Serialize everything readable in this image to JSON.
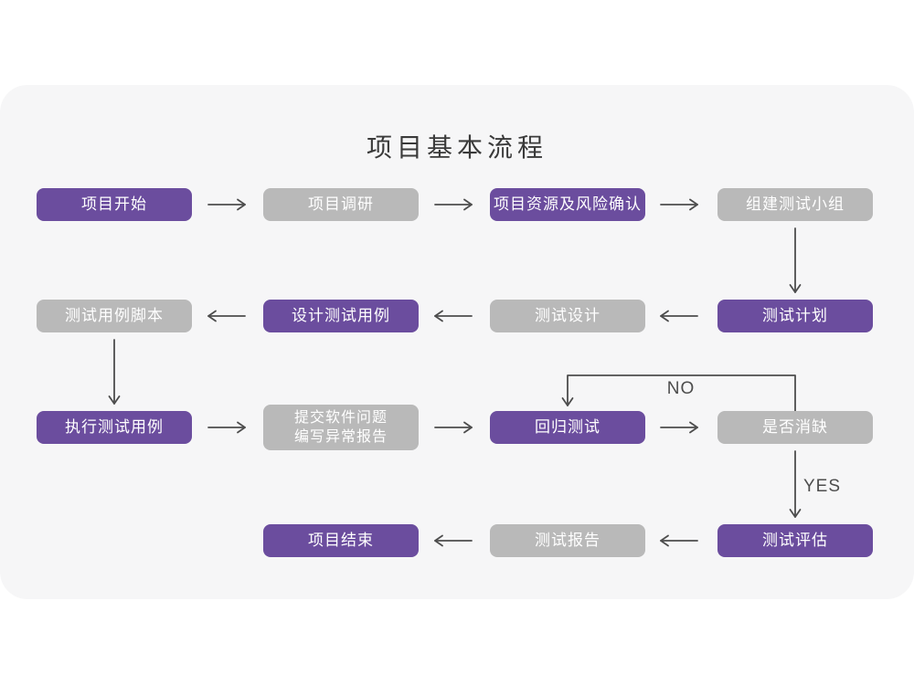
{
  "title": "项目基本流程",
  "colors": {
    "primary": "#6b4d9e",
    "inactive": "#b9b9b9",
    "arrow": "#4d4d4d",
    "card_bg": "#f6f6f7",
    "text_on_node": "#ffffff",
    "title_color": "#3a3a3a"
  },
  "edge_labels": {
    "no": "NO",
    "yes": "YES"
  },
  "nodes": [
    {
      "id": "project-start",
      "label": "项目开始",
      "type": "primary"
    },
    {
      "id": "project-research",
      "label": "项目调研",
      "type": "inactive"
    },
    {
      "id": "resources-risk",
      "label": "项目资源及风险确认",
      "type": "primary"
    },
    {
      "id": "build-test-team",
      "label": "组建测试小组",
      "type": "inactive"
    },
    {
      "id": "test-case-scripts",
      "label": "测试用例脚本",
      "type": "inactive"
    },
    {
      "id": "design-test-cases",
      "label": "设计测试用例",
      "type": "primary"
    },
    {
      "id": "test-design",
      "label": "测试设计",
      "type": "inactive"
    },
    {
      "id": "test-plan",
      "label": "测试计划",
      "type": "primary"
    },
    {
      "id": "execute-test-cases",
      "label": "执行测试用例",
      "type": "primary"
    },
    {
      "id": "submit-defect-report",
      "label": "提交软件问题",
      "label2": "编写异常报告",
      "type": "inactive"
    },
    {
      "id": "regression-test",
      "label": "回归测试",
      "type": "primary"
    },
    {
      "id": "defect-cleared",
      "label": "是否消缺",
      "type": "inactive"
    },
    {
      "id": "test-evaluation",
      "label": "测试评估",
      "type": "primary"
    },
    {
      "id": "test-report",
      "label": "测试报告",
      "type": "inactive"
    },
    {
      "id": "project-end",
      "label": "项目结束",
      "type": "primary"
    }
  ]
}
